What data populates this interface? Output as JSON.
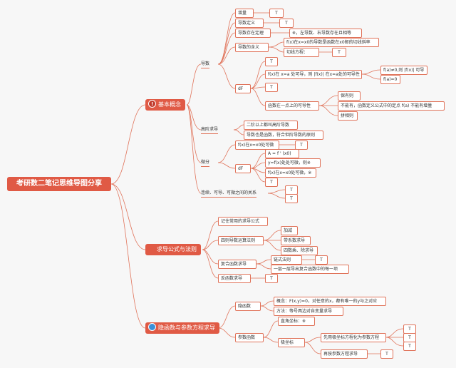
{
  "root": "考研数二笔记思维导图分享",
  "t": "T",
  "sections": {
    "basic": "基本概念",
    "derive": "求导公式与法则",
    "implicit": "隐函数与参数方程求导"
  },
  "derivative": {
    "label": "导数",
    "increment": "增量",
    "definition": "导数定义",
    "exist_theorem": "导数存在定理",
    "exist_theorem_detail": "※，左导数、右导数存在且相等",
    "meaning": "导数的含义",
    "meaning_detail": "f(x)在x=x0的导数是函数在x0邮的切线斜率",
    "tangent_eq": "切线方程："
  },
  "df1": {
    "label": "dF",
    "diff_at_a": "f(x)在 x=a 处可导，则 |f(x)| 在x=a处的可导性",
    "cond_a": "f(a)≠0,则 |f(x)| 可导",
    "cond_b": "f(a)=0",
    "single_point": "函数在一点上的可导性",
    "keep": "保有则",
    "cannot": "不能有，函数定义公式中的定点 f(a) 不能有增量",
    "related": "拼相则"
  },
  "higher": {
    "label": "高阶求导",
    "line1": "二阶以上都叫高阶导数",
    "line2": "导数也是函数，符合但阶导数的原则"
  },
  "differential": {
    "label": "微分",
    "diff_at": "f(x)在x=x0处可微",
    "df_label": "dF",
    "delta": "A = f ' (x0)",
    "y_diff": "y=f(x)处处可微，则※",
    "diff_x0": "f(x)在x=x0处可微，※"
  },
  "relation": "连续、可导、可微之间的关系",
  "derive": {
    "memorize": "记住常用的求导公式",
    "four_ops": "四则导数运算法则",
    "add_sub": "加减",
    "mul_div": "带系数求导",
    "quotient": "四数乘、除求导",
    "composite": "复合函数求导",
    "chain": "链式法则",
    "chain_detail": "一层一层导出复合函数中的每一项",
    "inverse": "反函数求导"
  },
  "implicit": {
    "implicit_fn": "隐函数",
    "concept": "概念：F(x,y)=0，对任意的x，都有唯一的y与之对应",
    "method": "方法：等号两边对自变量求导",
    "param_fn": "参数函数",
    "rect": "直角坐标：※",
    "polar": "极坐标",
    "polar_step1": "先用极坐标方程化为参数方程",
    "polar_step2": "再按参数方程求导"
  },
  "colors": {
    "accent": "#e05a45",
    "line": "#e0735a",
    "blue_badge": "#3a8fd8"
  }
}
